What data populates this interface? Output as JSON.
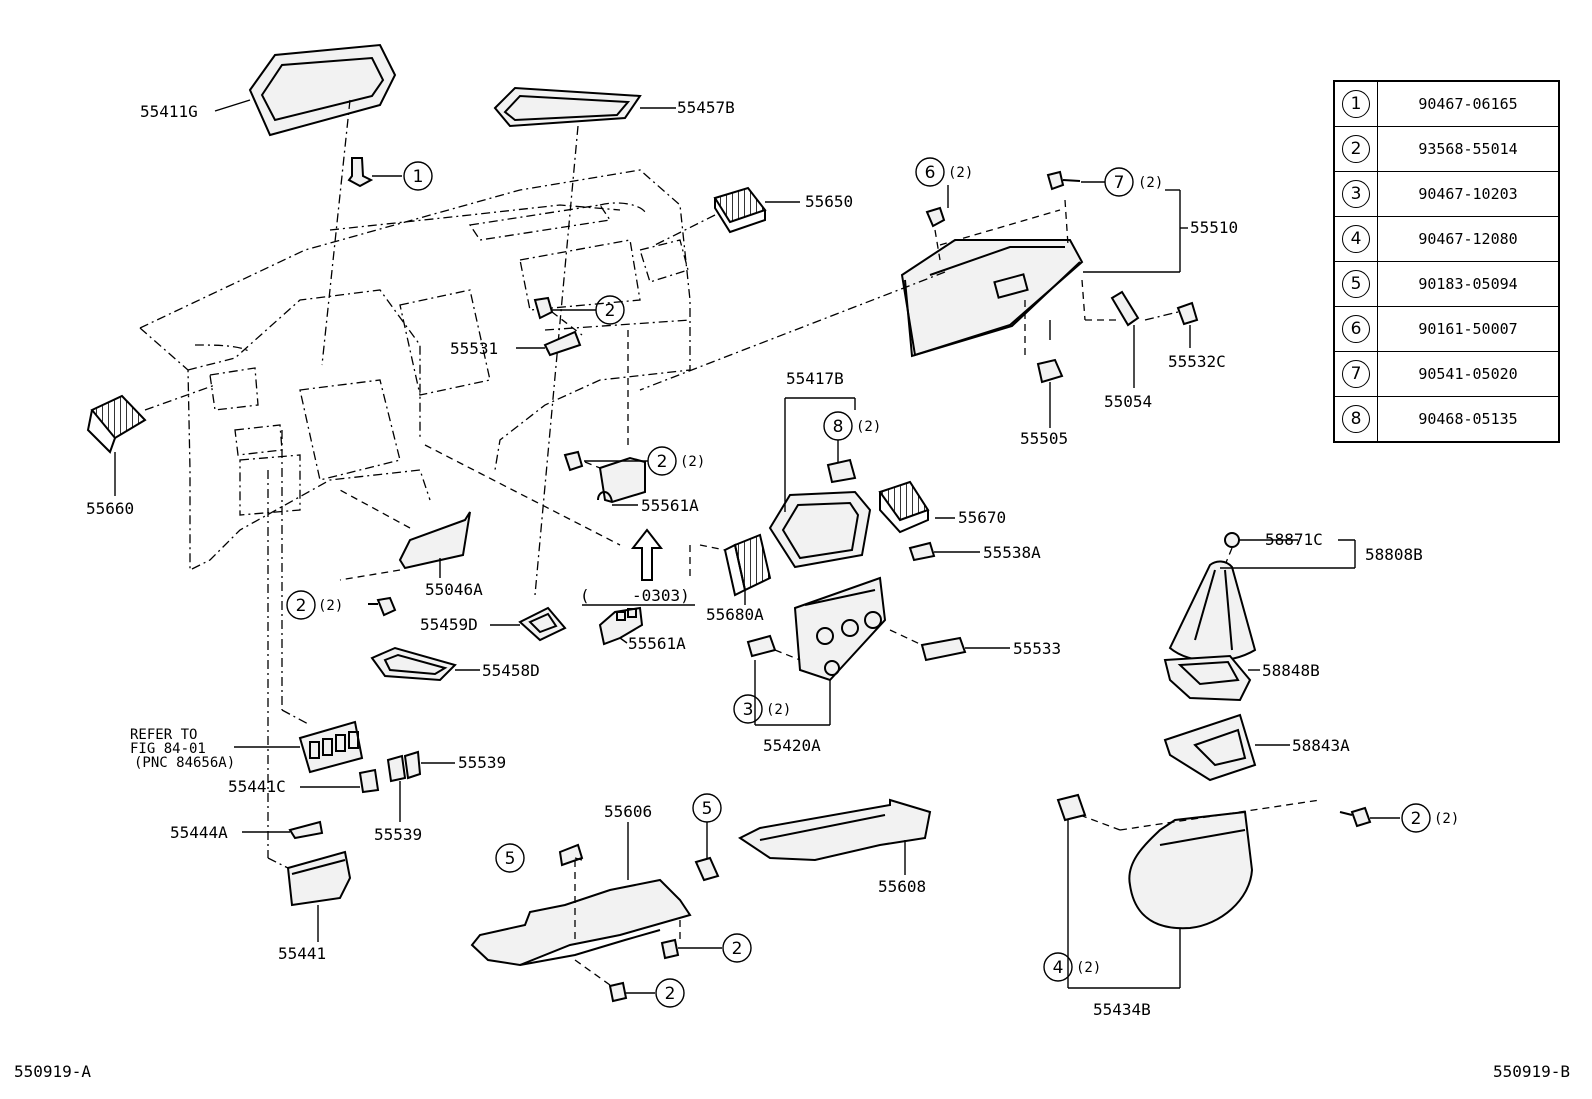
{
  "legend": [
    {
      "key": "1",
      "part": "90467-06165"
    },
    {
      "key": "2",
      "part": "93568-55014"
    },
    {
      "key": "3",
      "part": "90467-10203"
    },
    {
      "key": "4",
      "part": "90467-12080"
    },
    {
      "key": "5",
      "part": "90183-05094"
    },
    {
      "key": "6",
      "part": "90161-50007"
    },
    {
      "key": "7",
      "part": "90541-05020"
    },
    {
      "key": "8",
      "part": "90468-05135"
    }
  ],
  "labels": {
    "p55411G": "55411G",
    "p55457B": "55457B",
    "p55650": "55650",
    "p55510": "55510",
    "p55532C": "55532C",
    "p55054": "55054",
    "p55505": "55505",
    "p55531": "55531",
    "p55660": "55660",
    "p55561A_top": "55561A",
    "p55561A_bot": "55561A",
    "p55417B": "55417B",
    "p55670": "55670",
    "p55538A": "55538A",
    "p55046A": "55046A",
    "p55459D": "55459D",
    "p55458D": "55458D",
    "p55680A": "55680A",
    "p55533": "55533",
    "p55420A": "55420A",
    "p58871C": "58871C",
    "p58808B": "58808B",
    "p58848B": "58848B",
    "p58843A": "58843A",
    "p55539_a": "55539",
    "p55539_b": "55539",
    "p55441C": "55441C",
    "p55444A": "55444A",
    "p55441": "55441",
    "p55606": "55606",
    "p55608": "55608",
    "p55434B": "55434B",
    "date_range_open": "(",
    "date_range": "-0303)",
    "refer_line1": "REFER TO",
    "refer_line2": "FIG 84-01",
    "refer_line3": "(PNC 84656A)"
  },
  "qty": {
    "q2": "(2)"
  },
  "callouts": {
    "c1": "1",
    "c2": "2",
    "c3": "3",
    "c4": "4",
    "c5": "5",
    "c6": "6",
    "c7": "7",
    "c8": "8"
  },
  "footer": {
    "left": "550919-A",
    "right": "550919-B"
  }
}
